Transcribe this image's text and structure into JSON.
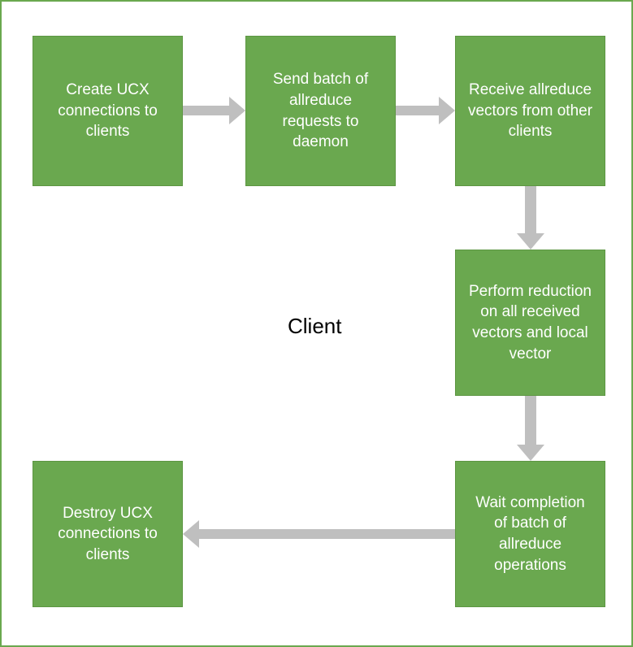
{
  "diagram": {
    "center_label": "Client",
    "colors": {
      "box_fill": "#6aa84f",
      "box_border": "#5d9643",
      "box_text": "#ffffff",
      "arrow_fill": "#bfbfbf"
    },
    "nodes": [
      {
        "id": "create",
        "label": "Create UCX connections to clients"
      },
      {
        "id": "send",
        "label": "Send batch of allreduce requests to daemon"
      },
      {
        "id": "receive",
        "label": "Receive allreduce vectors from other clients"
      },
      {
        "id": "reduce",
        "label": "Perform reduction on all received vectors and local vector"
      },
      {
        "id": "wait",
        "label": "Wait completion of batch of allreduce operations"
      },
      {
        "id": "destroy",
        "label": "Destroy UCX connections to clients"
      }
    ],
    "edges": [
      {
        "from": "create",
        "to": "send",
        "direction": "right"
      },
      {
        "from": "send",
        "to": "receive",
        "direction": "right"
      },
      {
        "from": "receive",
        "to": "reduce",
        "direction": "down"
      },
      {
        "from": "reduce",
        "to": "wait",
        "direction": "down"
      },
      {
        "from": "wait",
        "to": "destroy",
        "direction": "left"
      }
    ]
  }
}
